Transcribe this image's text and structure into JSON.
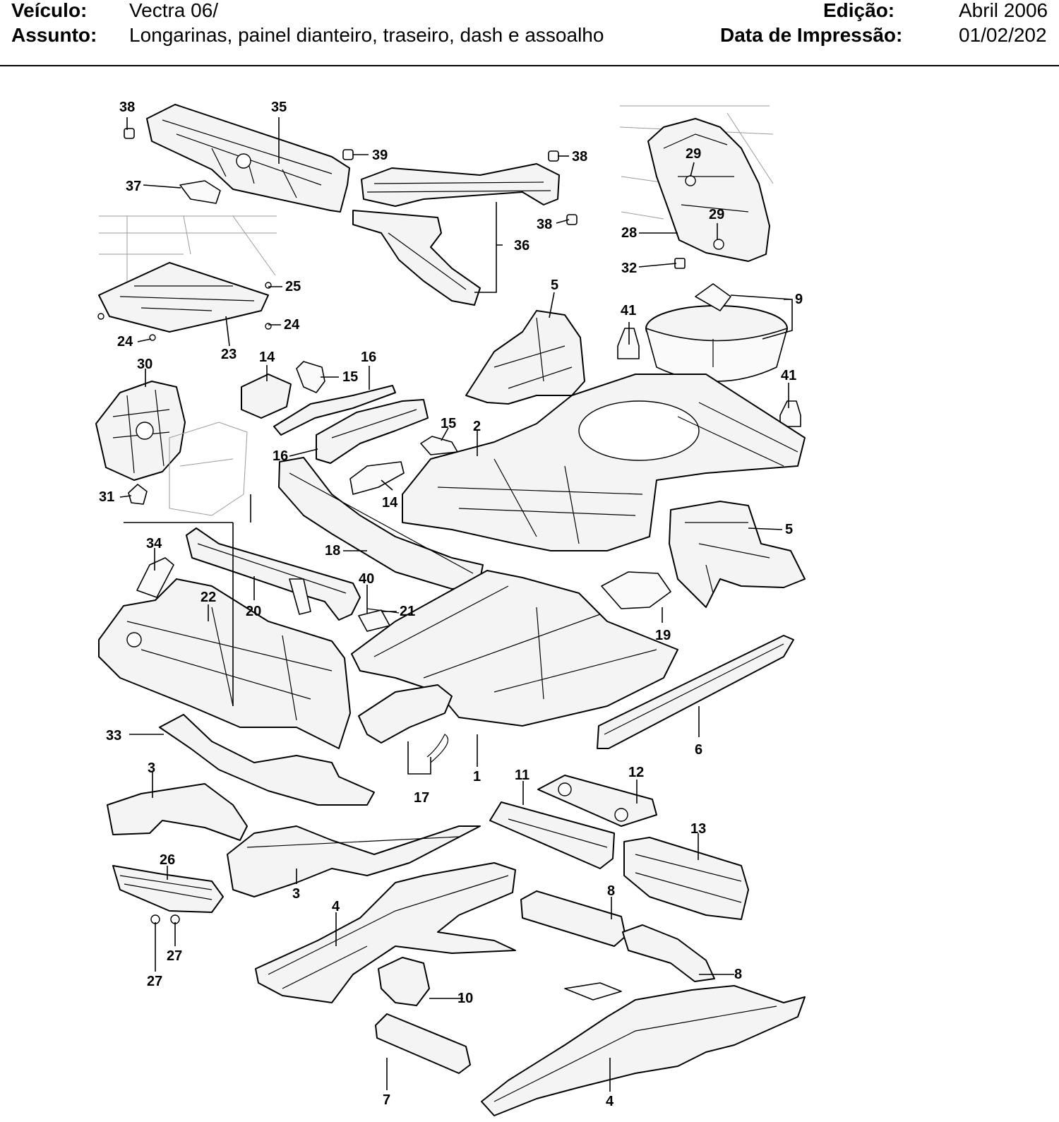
{
  "header": {
    "vehicle_label": "Veículo:",
    "vehicle_value": "Vectra 06/",
    "subject_label": "Assunto:",
    "subject_value": "Longarinas, painel dianteiro, traseiro, dash e assoalho",
    "edition_label": "Edição:",
    "edition_value": "Abril 2006",
    "print_date_label": "Data de Impressão:",
    "print_date_value": "01/02/202"
  },
  "callouts": {
    "c38a": "38",
    "c35": "35",
    "c39": "39",
    "c38b": "38",
    "c37": "37",
    "c38c": "38",
    "c36": "36",
    "c29a": "29",
    "c29b": "29",
    "c28": "28",
    "c32": "32",
    "c25": "25",
    "c24a": "24",
    "c24b": "24",
    "c23": "23",
    "c5a": "5",
    "c9": "9",
    "c41a": "41",
    "c41b": "41",
    "c30": "30",
    "c14a": "14",
    "c15a": "15",
    "c16a": "16",
    "c16b": "16",
    "c15b": "15",
    "c2": "2",
    "c14b": "14",
    "c31": "31",
    "c5b": "5",
    "c34": "34",
    "c18": "18",
    "c22": "22",
    "c20": "20",
    "c40": "40",
    "c21": "21",
    "c19": "19",
    "c6": "6",
    "c33": "33",
    "c1": "1",
    "c17": "17",
    "c3a": "3",
    "c11": "11",
    "c12": "12",
    "c13": "13",
    "c26": "26",
    "c3b": "3",
    "c8a": "8",
    "c4a": "4",
    "c27a": "27",
    "c27b": "27",
    "c8b": "8",
    "c10": "10",
    "c7": "7",
    "c4b": "4"
  }
}
